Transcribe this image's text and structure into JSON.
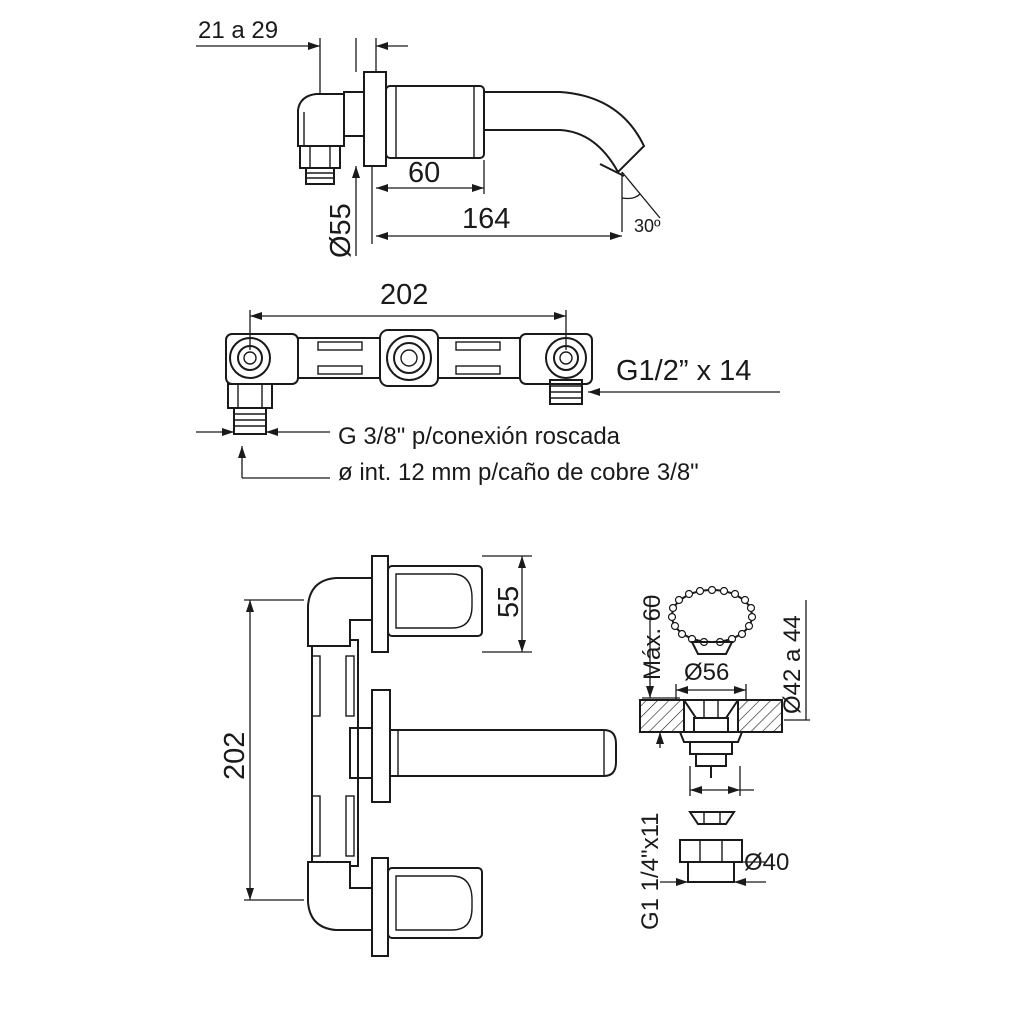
{
  "side_view": {
    "wall_depth_label": "21 a 29",
    "spout_body_label": "60",
    "spout_length_label": "164",
    "plate_diameter_label": "Ø55",
    "angle_label": "30º"
  },
  "top_view": {
    "width_label": "202",
    "outlet_thread_label": "G1/2” x 14",
    "inlet_thread_label": "G 3/8\" p/conexión roscada",
    "copper_pipe_label": "ø int. 12 mm p/caño de cobre 3/8\""
  },
  "front_view": {
    "height_label": "202",
    "handle_height_label": "55"
  },
  "drain": {
    "max_label": "Máx. 60",
    "flange_label": "Ø56",
    "hole_label": "Ø42 a 44",
    "thread_label": "G1 1/4\"x11",
    "nut_label": "Ø40"
  }
}
